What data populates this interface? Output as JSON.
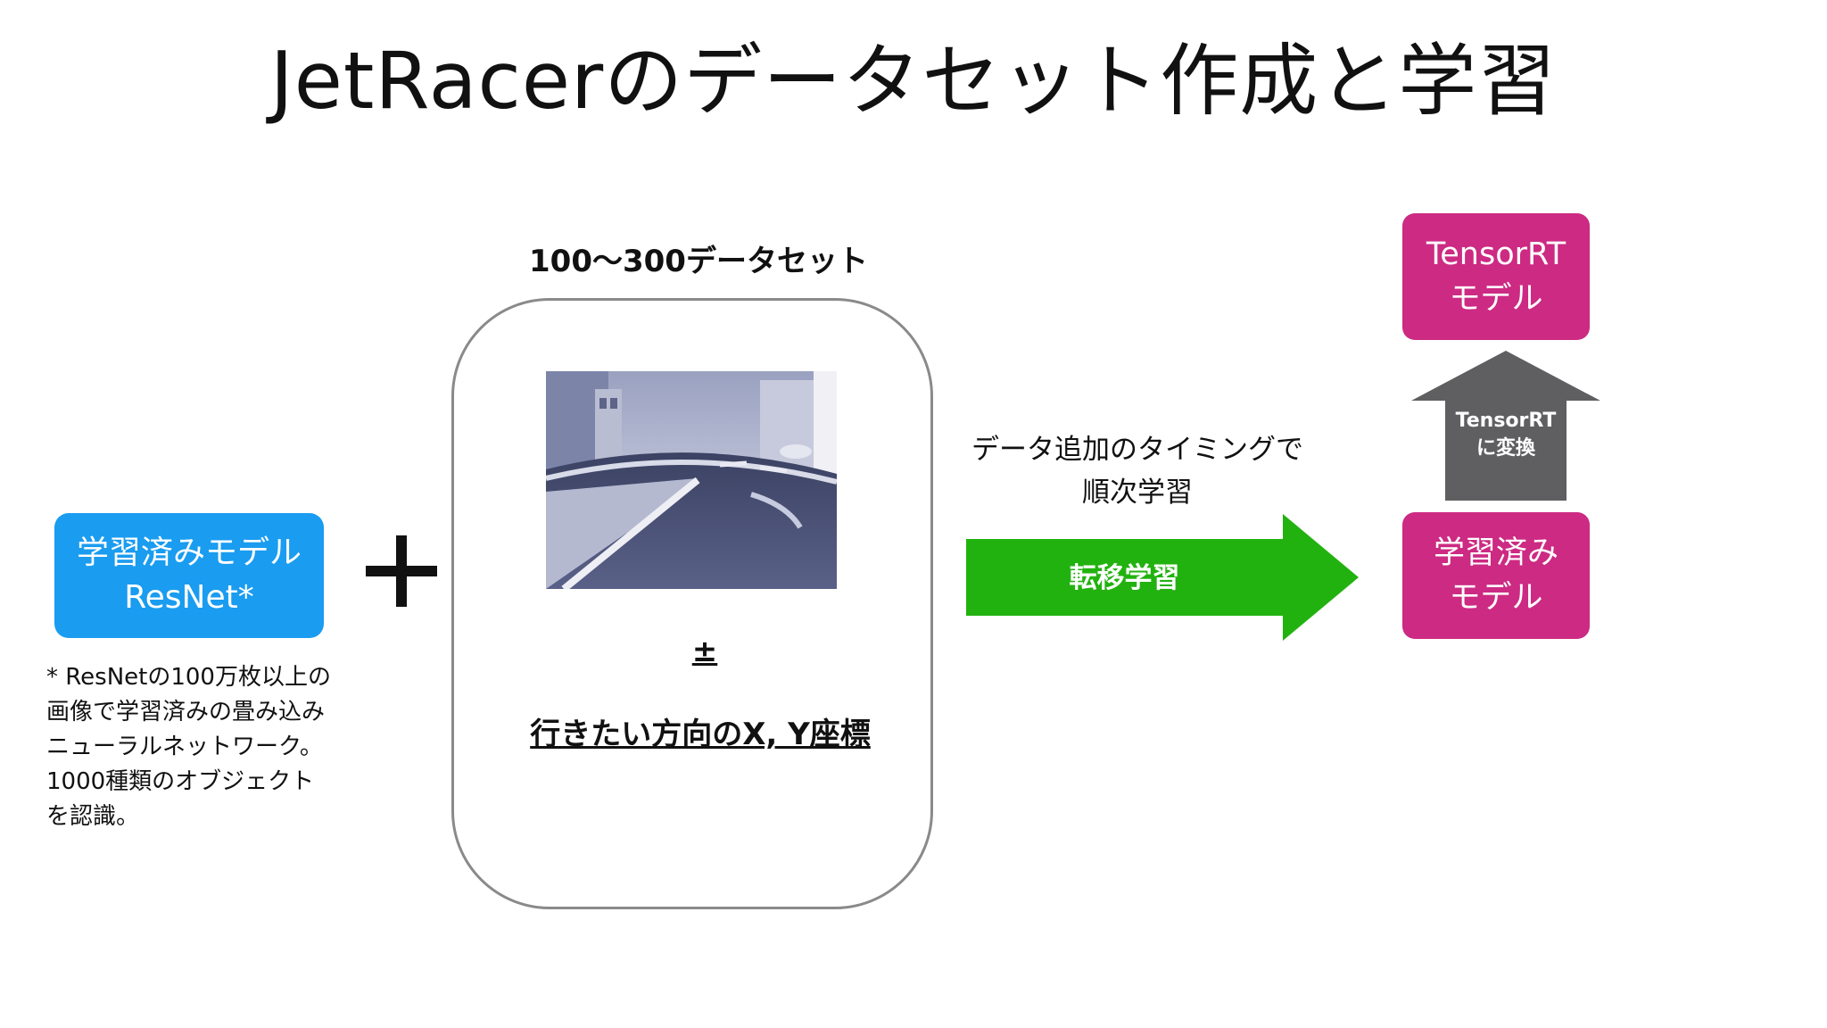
{
  "title": "JetRacerのデータセット作成と学習",
  "pretrained_model": {
    "line1": "学習済みモデル",
    "line2": "ResNet*"
  },
  "footnote": [
    "* ResNetの100万枚以上の",
    "画像で学習済みの畳み込み",
    "ニューラルネットワーク。",
    "1000種類のオブジェクト",
    "を認識。"
  ],
  "dataset": {
    "count_label": "100〜300データセット",
    "plusminus": "±",
    "target_label": "行きたい方向のX, Y座標"
  },
  "timing_note": {
    "line1": "データ追加のタイミングで",
    "line2": "順次学習"
  },
  "transfer_arrow": {
    "label": "転移学習",
    "color": "#22b20f"
  },
  "trained_model": {
    "line1": "学習済み",
    "line2": "モデル",
    "color": "#cc2a83"
  },
  "convert_arrow": {
    "line1": "TensorRT",
    "line2": "に変換",
    "color": "#5f5f62"
  },
  "tensorrt_model": {
    "line1": "TensorRT",
    "line2": "モデル",
    "color": "#cc2a83"
  },
  "colors": {
    "pretrained_box": "#1a9cf0",
    "card_border": "#8a8a8a"
  }
}
